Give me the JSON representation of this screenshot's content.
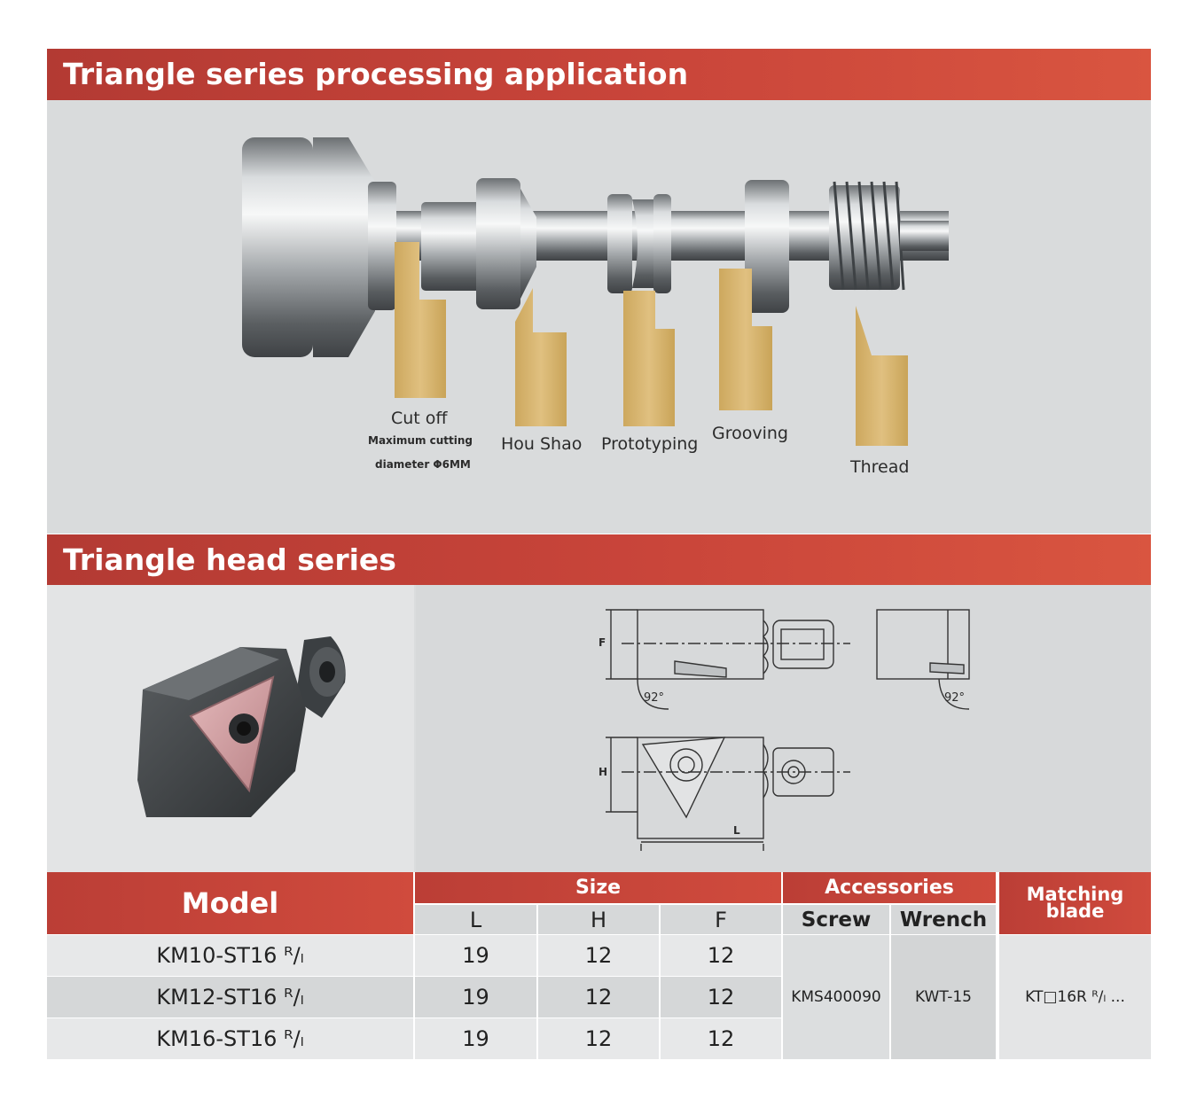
{
  "section1": {
    "title": "Triangle series processing application"
  },
  "labels": {
    "cutoff": "Cut off",
    "cutoff_sub1": "Maximum cutting",
    "cutoff_sub2": "diameter Φ6MM",
    "houshao": "Hou Shao",
    "prototyping": "Prototyping",
    "grooving": "Grooving",
    "thread": "Thread"
  },
  "section2": {
    "title": "Triangle head series"
  },
  "drawing": {
    "angle1": "92°",
    "angle2": "92°",
    "dim_F": "F",
    "dim_H": "H",
    "dim_L": "L"
  },
  "table": {
    "model_header": "Model",
    "size_header": "Size",
    "accessories_header": "Accessories",
    "matching_header_1": "Matching",
    "matching_header_2": "blade",
    "sub_L": "L",
    "sub_H": "H",
    "sub_F": "F",
    "sub_screw": "Screw",
    "sub_wrench": "Wrench",
    "rows": [
      {
        "model": "KM10-ST16 ᴿ/ₗ",
        "L": "19",
        "H": "12",
        "F": "12"
      },
      {
        "model": "KM12-ST16 ᴿ/ₗ",
        "L": "19",
        "H": "12",
        "F": "12"
      },
      {
        "model": "KM16-ST16 ᴿ/ₗ",
        "L": "19",
        "H": "12",
        "F": "12"
      }
    ],
    "screw": "KMS400090",
    "wrench": "KWT-15",
    "blade": "KT□16R ᴿ/ₗ ..."
  }
}
